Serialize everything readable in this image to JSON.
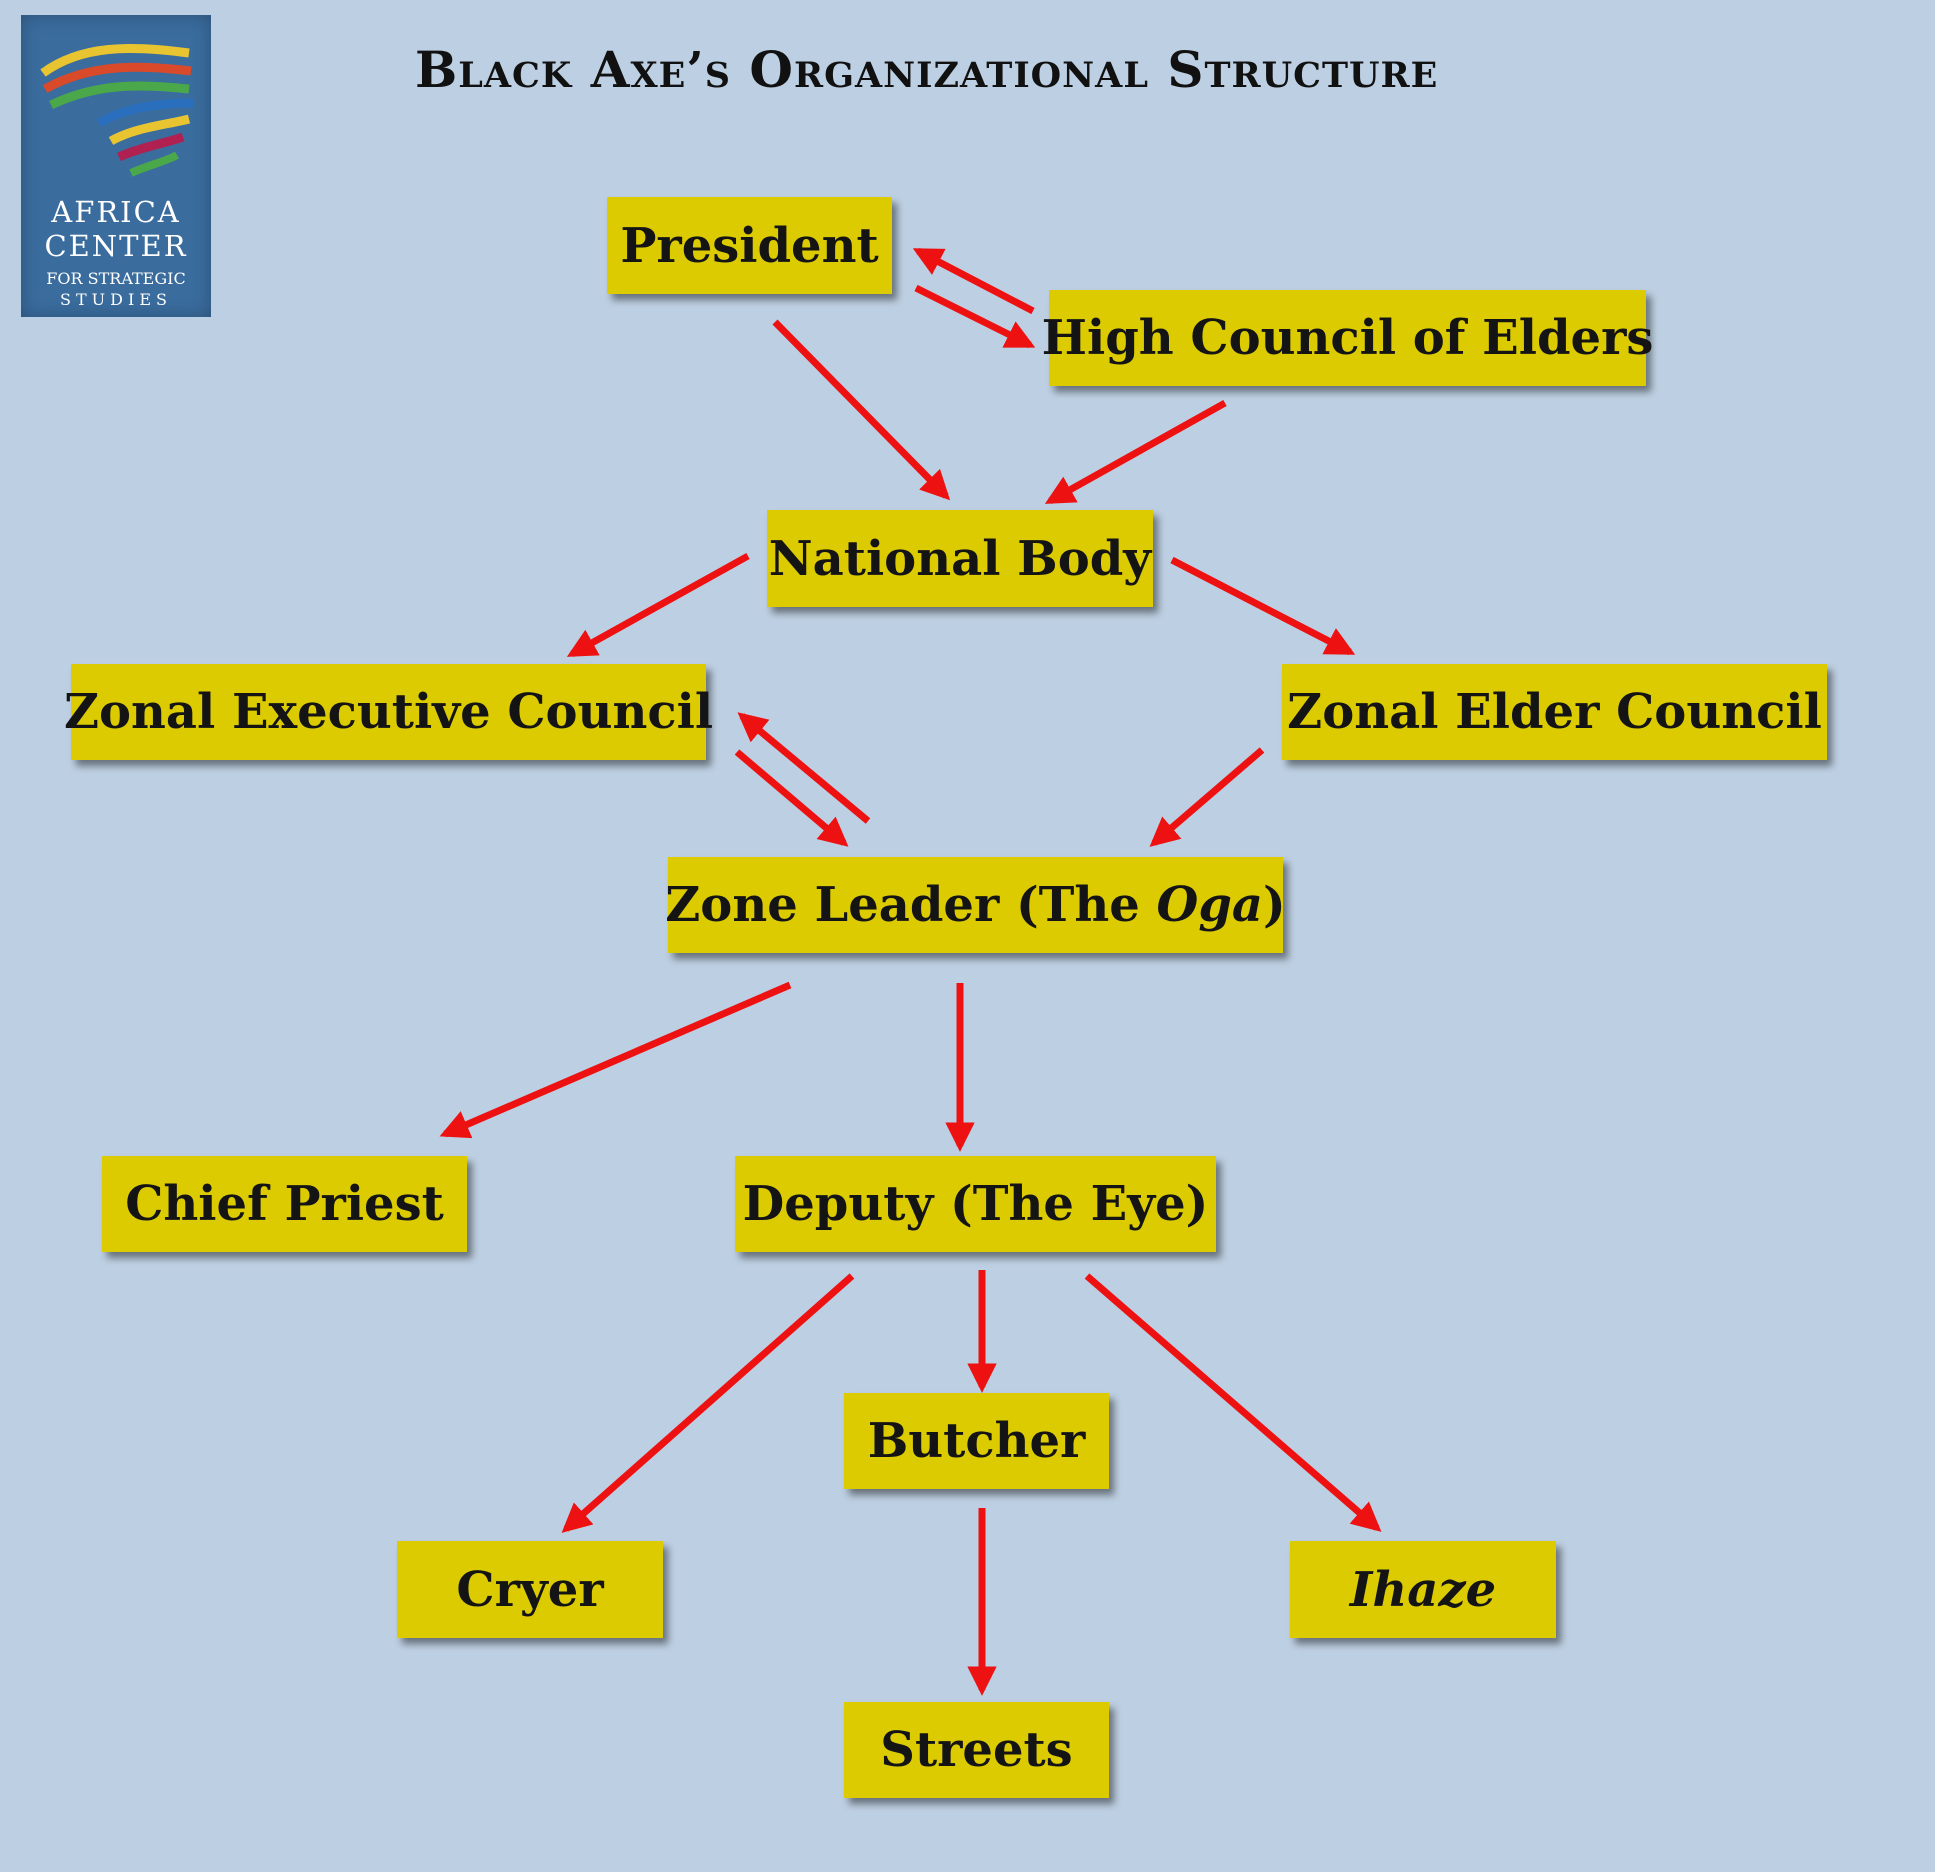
{
  "title": "Black Axe’s Organizational Structure",
  "logo": {
    "line1": "AFRICA",
    "line2": "CENTER",
    "line3": "FOR STRATEGIC",
    "line4": "STUDIES",
    "stripe_colors": [
      "#e8c530",
      "#d84a2a",
      "#4aa84a",
      "#2a6fbd",
      "#b02050"
    ]
  },
  "colors": {
    "background": "#bdcfe2",
    "box": "#dccb00",
    "arrow": "#ee1111"
  },
  "nodes": {
    "president": "President",
    "high_council": "High Council of Elders",
    "national_body": "National Body",
    "zonal_exec": "Zonal Executive Council",
    "zonal_elder": "Zonal Elder Council",
    "zone_leader_prefix": "Zone Leader (The ",
    "zone_leader_italic": "Oga",
    "zone_leader_suffix": ")",
    "chief_priest": "Chief Priest",
    "deputy": "Deputy (The Eye)",
    "butcher": "Butcher",
    "cryer": "Cryer",
    "ihaze": "Ihaze",
    "streets": "Streets"
  },
  "edges": [
    {
      "from": "high_council",
      "to": "president"
    },
    {
      "from": "president",
      "to": "high_council"
    },
    {
      "from": "president",
      "to": "national_body"
    },
    {
      "from": "high_council",
      "to": "national_body"
    },
    {
      "from": "national_body",
      "to": "zonal_exec"
    },
    {
      "from": "national_body",
      "to": "zonal_elder"
    },
    {
      "from": "zone_leader",
      "to": "zonal_exec"
    },
    {
      "from": "zonal_exec",
      "to": "zone_leader"
    },
    {
      "from": "zonal_elder",
      "to": "zone_leader"
    },
    {
      "from": "zone_leader",
      "to": "chief_priest"
    },
    {
      "from": "zone_leader",
      "to": "deputy"
    },
    {
      "from": "deputy",
      "to": "cryer"
    },
    {
      "from": "deputy",
      "to": "butcher"
    },
    {
      "from": "deputy",
      "to": "ihaze"
    },
    {
      "from": "butcher",
      "to": "streets"
    }
  ]
}
